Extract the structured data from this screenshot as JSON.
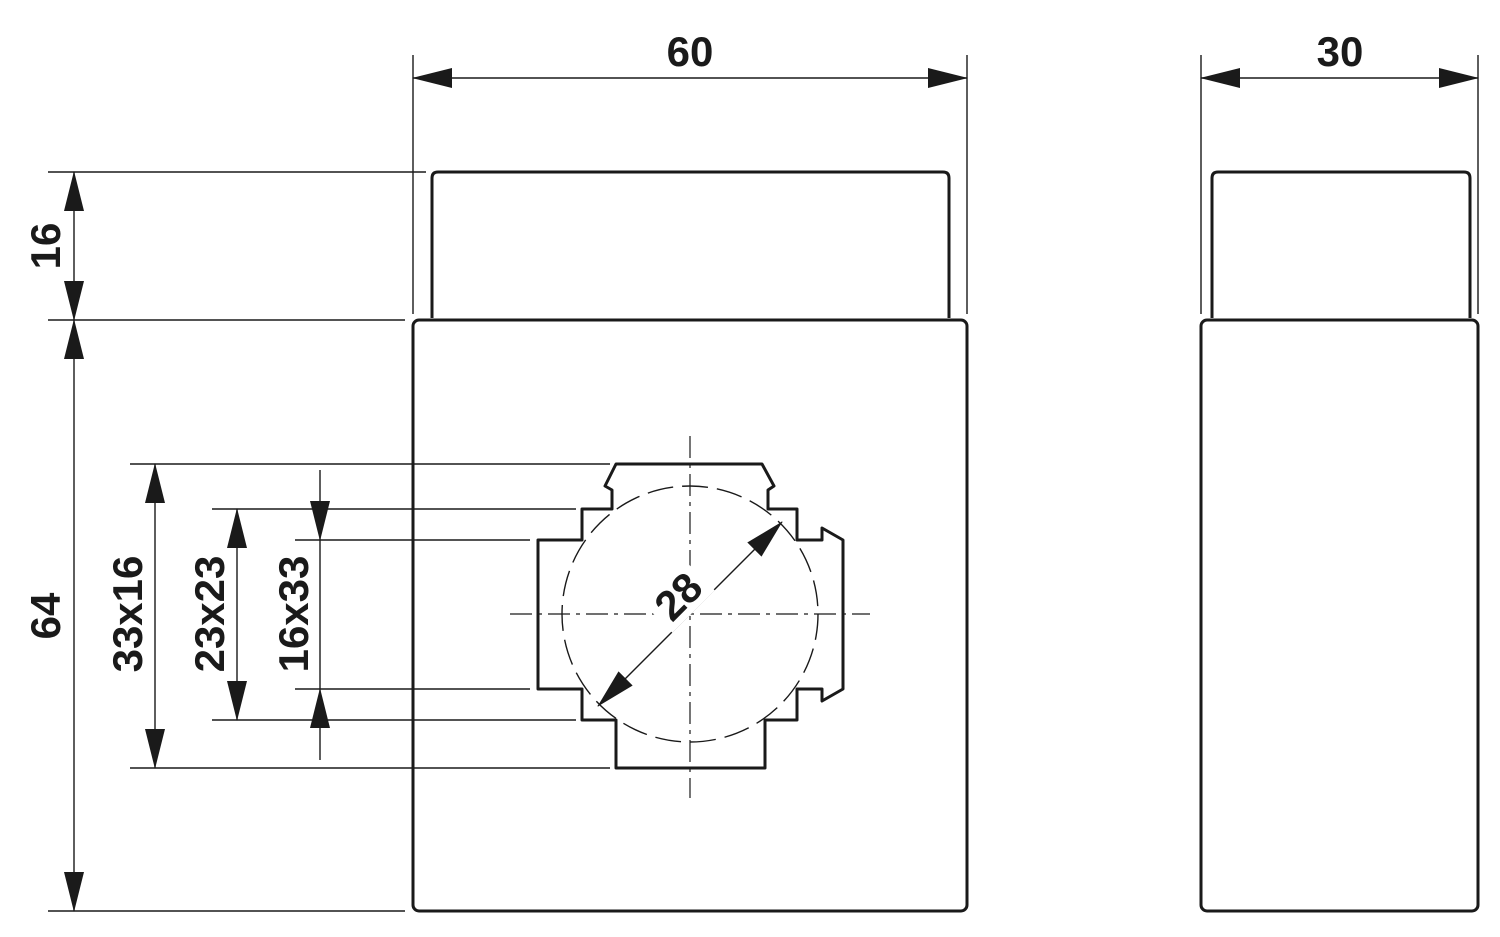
{
  "drawing": {
    "width_label": "60",
    "depth_label": "30",
    "cap_height_label": "16",
    "body_height_label": "64",
    "opening_a_label": "33x16",
    "opening_b_label": "23x23",
    "opening_c_label": "16x33",
    "diameter_label": "28"
  }
}
